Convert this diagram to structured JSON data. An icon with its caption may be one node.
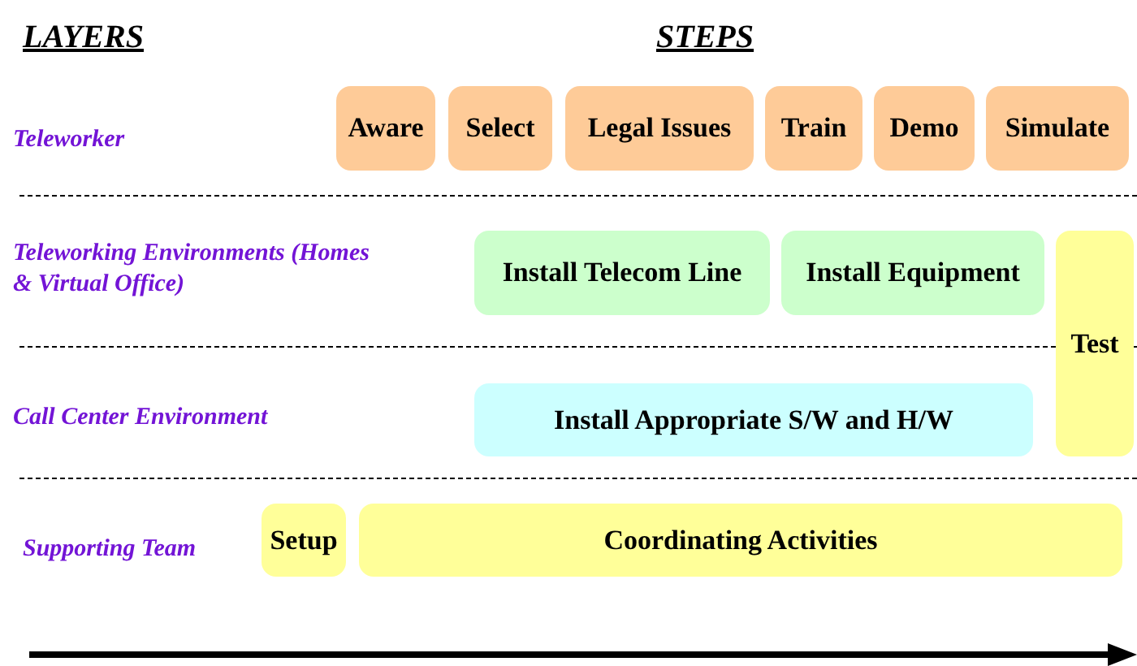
{
  "diagram": {
    "nodes": [
      {
        "text": [
          "Aware"
        ]
      },
      {
        "text": [
          "Select"
        ]
      },
      {
        "text": [
          "Legal Issues"
        ]
      },
      {
        "text": [
          "Train"
        ]
      },
      {
        "text": [
          "Demo"
        ]
      },
      {
        "text": [
          "Simulate"
        ]
      },
      {
        "text": [
          "Install Telecom Line"
        ]
      },
      {
        "text": [
          "Install Equipment"
        ]
      },
      {
        "text": [
          "Test"
        ]
      },
      {
        "text": [
          "Install Appropriate S/W and H/W"
        ]
      },
      {
        "text": [
          "Setup"
        ]
      },
      {
        "text": [
          "Coordinating Activities"
        ]
      }
    ],
    "edges": [],
    "labels": [
      "LAYERS",
      "STEPS",
      "Teleworker",
      "Teleworking Environments (Homes & Virtual Office)",
      "Call Center Environment",
      "Supporting Team"
    ]
  }
}
